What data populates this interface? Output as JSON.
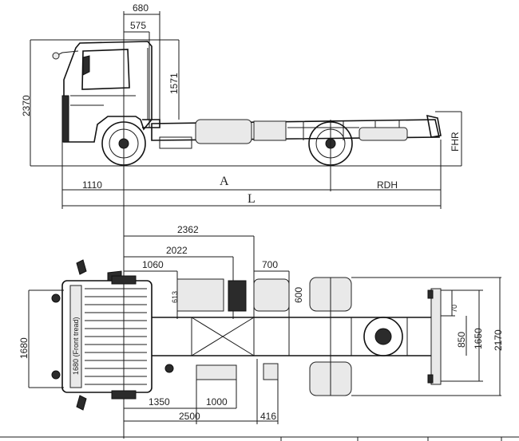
{
  "side_view": {
    "dim_680": "680",
    "dim_575": "575",
    "dim_1571": "1571",
    "dim_2370": "2370",
    "dim_1110": "1110",
    "label_A": "A",
    "label_RDH": "RDH",
    "label_L": "L",
    "label_FHR": "FHR"
  },
  "top_view": {
    "dim_2362": "2362",
    "dim_2022": "2022",
    "dim_1060": "1060",
    "dim_700": "700",
    "dim_600": "600",
    "dim_613": "613",
    "dim_1680": "1680",
    "dim_70": "70",
    "dim_850": "850",
    "dim_1650": "1650",
    "dim_2170": "2170",
    "dim_1350": "1350",
    "dim_1000": "1000",
    "dim_2500": "2500",
    "dim_416": "416",
    "front_tread_label": "1680 (Front tread)"
  }
}
